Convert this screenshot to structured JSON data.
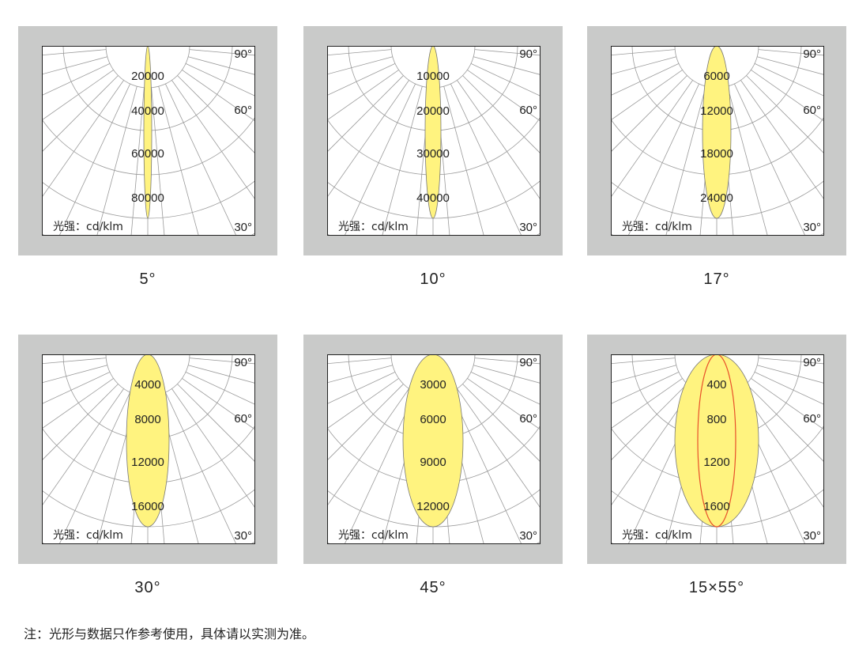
{
  "unit_label": "光强：cd/klm",
  "angle_labels": [
    "90°",
    "60°",
    "30°"
  ],
  "panels": [
    {
      "caption": "5°",
      "beam_angles": [
        5
      ],
      "ring_labels": [
        "20000",
        "40000",
        "60000",
        "80000"
      ]
    },
    {
      "caption": "10°",
      "beam_angles": [
        10
      ],
      "ring_labels": [
        "10000",
        "20000",
        "30000",
        "40000"
      ]
    },
    {
      "caption": "17°",
      "beam_angles": [
        17
      ],
      "ring_labels": [
        "6000",
        "12000",
        "18000",
        "24000"
      ]
    },
    {
      "caption": "30°",
      "beam_angles": [
        30
      ],
      "ring_labels": [
        "4000",
        "8000",
        "12000",
        "16000"
      ]
    },
    {
      "caption": "45°",
      "beam_angles": [
        45
      ],
      "ring_labels": [
        "3000",
        "6000",
        "9000",
        "12000"
      ]
    },
    {
      "caption": "15×55°",
      "beam_angles": [
        55,
        15
      ],
      "ring_labels": [
        "400",
        "800",
        "1200",
        "1600"
      ]
    }
  ],
  "colors": {
    "lobe_fill": "#fff37f",
    "secondary_curve": "#e8502a",
    "grid": "#9a9a9a",
    "panel_bg": "#c9cac9"
  },
  "note": "注：光形与数据只作参考使用，具体请以实测为准。"
}
